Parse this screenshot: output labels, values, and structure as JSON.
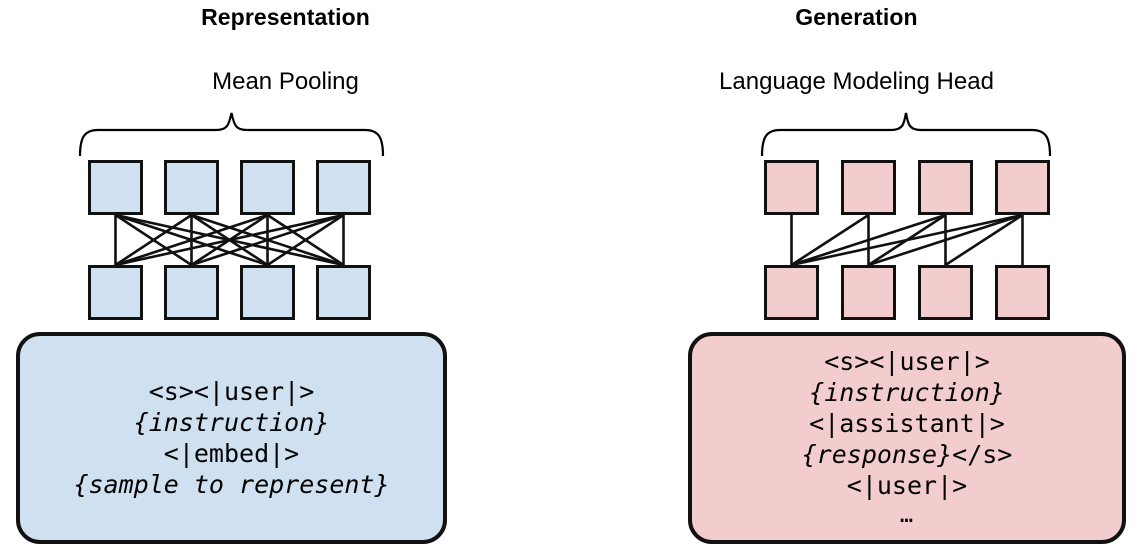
{
  "panels": [
    {
      "id": "representation",
      "title": "Representation",
      "subtitle": "Mean Pooling",
      "accent_color": "#cfe0f0",
      "border_color": "#111111",
      "attention": "bidirectional",
      "brace": "curly-brace-down",
      "nodes": {
        "rows": 2,
        "columns": 4,
        "fill": "#cfe0f0"
      },
      "sequence_lines": [
        {
          "segments": [
            {
              "text": "<s><|user|>",
              "style": "upright"
            }
          ]
        },
        {
          "segments": [
            {
              "text": "{instruction}",
              "style": "italic"
            }
          ]
        },
        {
          "segments": [
            {
              "text": "<|embed|>",
              "style": "upright"
            }
          ]
        },
        {
          "segments": [
            {
              "text": "{sample to represent}",
              "style": "italic"
            }
          ]
        }
      ]
    },
    {
      "id": "generation",
      "title": "Generation",
      "subtitle": "Language Modeling Head",
      "accent_color": "#f3cdcd",
      "border_color": "#111111",
      "attention": "causal",
      "brace": "curly-brace-down",
      "nodes": {
        "rows": 2,
        "columns": 4,
        "fill": "#f3cdcd"
      },
      "sequence_lines": [
        {
          "segments": [
            {
              "text": "<s><|user|>",
              "style": "upright"
            }
          ]
        },
        {
          "segments": [
            {
              "text": "{instruction}",
              "style": "italic"
            }
          ]
        },
        {
          "segments": [
            {
              "text": "<|assistant|>",
              "style": "upright"
            }
          ]
        },
        {
          "segments": [
            {
              "text": "{response}",
              "style": "italic"
            },
            {
              "text": "</s>",
              "style": "upright"
            }
          ]
        },
        {
          "segments": [
            {
              "text": "<|user|>",
              "style": "upright"
            }
          ]
        },
        {
          "segments": [
            {
              "text": "…",
              "style": "upright"
            }
          ]
        }
      ]
    }
  ]
}
